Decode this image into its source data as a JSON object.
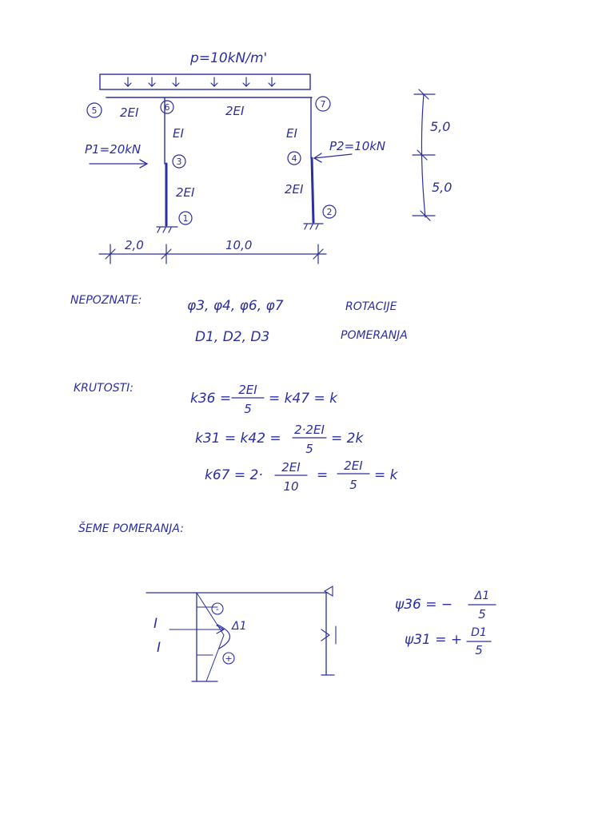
{
  "colors": {
    "ink": "#2b2fa0",
    "paper": "#ffffff"
  },
  "frame": {
    "load_label": "p=10kN/m'",
    "forces": {
      "p1": "P1=20kN",
      "p2": "P2=10kN"
    },
    "nodes": [
      "5",
      "6",
      "7",
      "3",
      "4",
      "1",
      "2"
    ],
    "members": {
      "beam_left": "2EI",
      "beam_main": "2EI",
      "col_left_upper": "EI",
      "col_left_lower": "2EI",
      "col_right_upper": "EI",
      "col_right_lower": "2EI"
    },
    "dims": {
      "overhang": "2,0",
      "span": "10,0",
      "height_upper": "5,0",
      "height_lower": "5,0"
    }
  },
  "unknowns": {
    "heading": "NEPOZNATE:",
    "rotations": "φ3, φ4, φ6, φ7",
    "rotations_label": "ROTACIJE",
    "displacements": "D1, D2, D3",
    "displacements_label": "POMERANJA"
  },
  "stiffness": {
    "heading": "KRUTOSTI:",
    "eq1": {
      "lhs": "k36 =",
      "num": "2EI",
      "den": "5",
      "rhs": "= k47 = k"
    },
    "eq2": {
      "lhs": "k31 = k42 =",
      "num": "2·2EI",
      "den": "5",
      "rhs": "= 2k"
    },
    "eq3": {
      "lhs": "k67 = 2·",
      "num": "2EI",
      "den": "10",
      "mid": "=",
      "num2": "2EI",
      "den2": "5",
      "rhs": "= k"
    }
  },
  "schemes": {
    "heading": "ŠEME POMERANJA:",
    "labels": {
      "upper": "I",
      "lower": "I",
      "minus": "-",
      "plus": "+",
      "delta": "Δ1"
    },
    "eq1": {
      "lhs": "ψ36 = −",
      "num": "Δ1",
      "den": "5"
    },
    "eq2": {
      "lhs": "ψ31 = +",
      "num": "D1",
      "den": "5"
    }
  }
}
